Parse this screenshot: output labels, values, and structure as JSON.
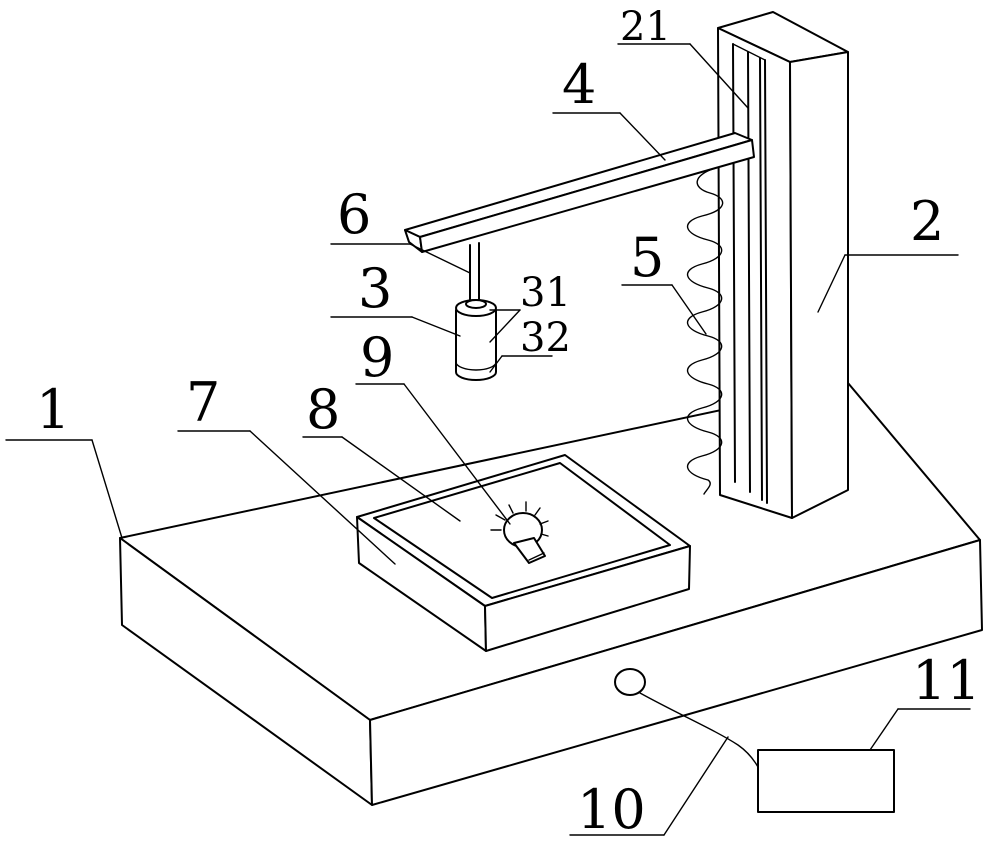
{
  "labels": {
    "base": "1",
    "column": "2",
    "column_rail": "21",
    "camera": "3",
    "camera_body": "31",
    "camera_lens": "32",
    "arm": "4",
    "spring": "5",
    "rod": "6",
    "tray": "7",
    "tray_area": "8",
    "bulb": "9",
    "button": "10",
    "controller": "11"
  }
}
